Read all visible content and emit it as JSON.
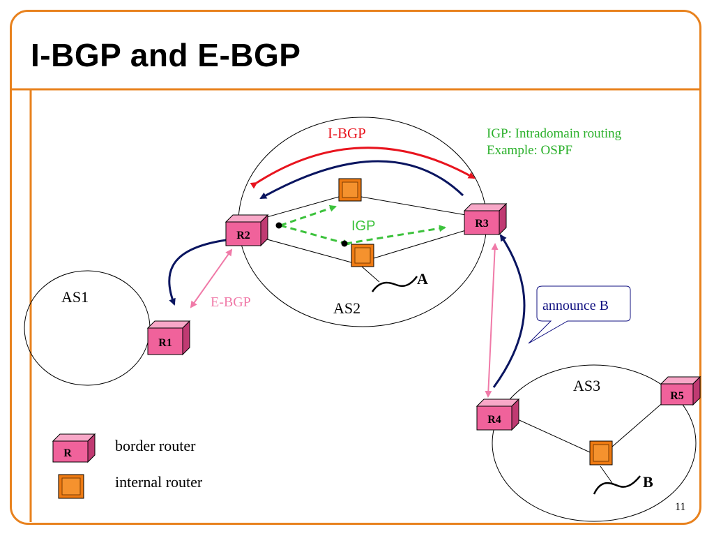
{
  "slide": {
    "title": "I-BGP and E-BGP",
    "page_number": "11"
  },
  "autonomous_systems": [
    {
      "id": "as1",
      "label": "AS1"
    },
    {
      "id": "as2",
      "label": "AS2"
    },
    {
      "id": "as3",
      "label": "AS3"
    }
  ],
  "border_routers": [
    {
      "id": "r1",
      "label": "R1"
    },
    {
      "id": "r2",
      "label": "R2"
    },
    {
      "id": "r3",
      "label": "R3"
    },
    {
      "id": "r4",
      "label": "R4"
    },
    {
      "id": "r5",
      "label": "R5"
    }
  ],
  "hosts": [
    {
      "id": "host-a",
      "label": "A"
    },
    {
      "id": "host-b",
      "label": "B"
    }
  ],
  "sessions": {
    "ibgp": "I-BGP",
    "ebgp": "E-BGP",
    "igp": "IGP"
  },
  "igp_note": {
    "line1": "IGP: Intradomain routing",
    "line2": "Example: OSPF"
  },
  "callout": {
    "text": "announce B"
  },
  "legend": {
    "border_router_symbol": "R",
    "border_router_label": "border router",
    "internal_router_label": "internal router"
  },
  "colors": {
    "frame": "#e8821e",
    "border_router": "#f0629b",
    "internal_router": "#ee7a12",
    "ibgp_arrow": "#e8141e",
    "announce_arrow": "#0a1560",
    "ebgp_arrow": "#f07aa8",
    "igp_arrow": "#3cc23c",
    "igp_note": "#2ab02a",
    "callout_text": "#101080"
  },
  "icons": {
    "border_router": "pink-cube-router-icon",
    "internal_router": "orange-box-router-icon",
    "host": "wavy-line-host-icon"
  }
}
